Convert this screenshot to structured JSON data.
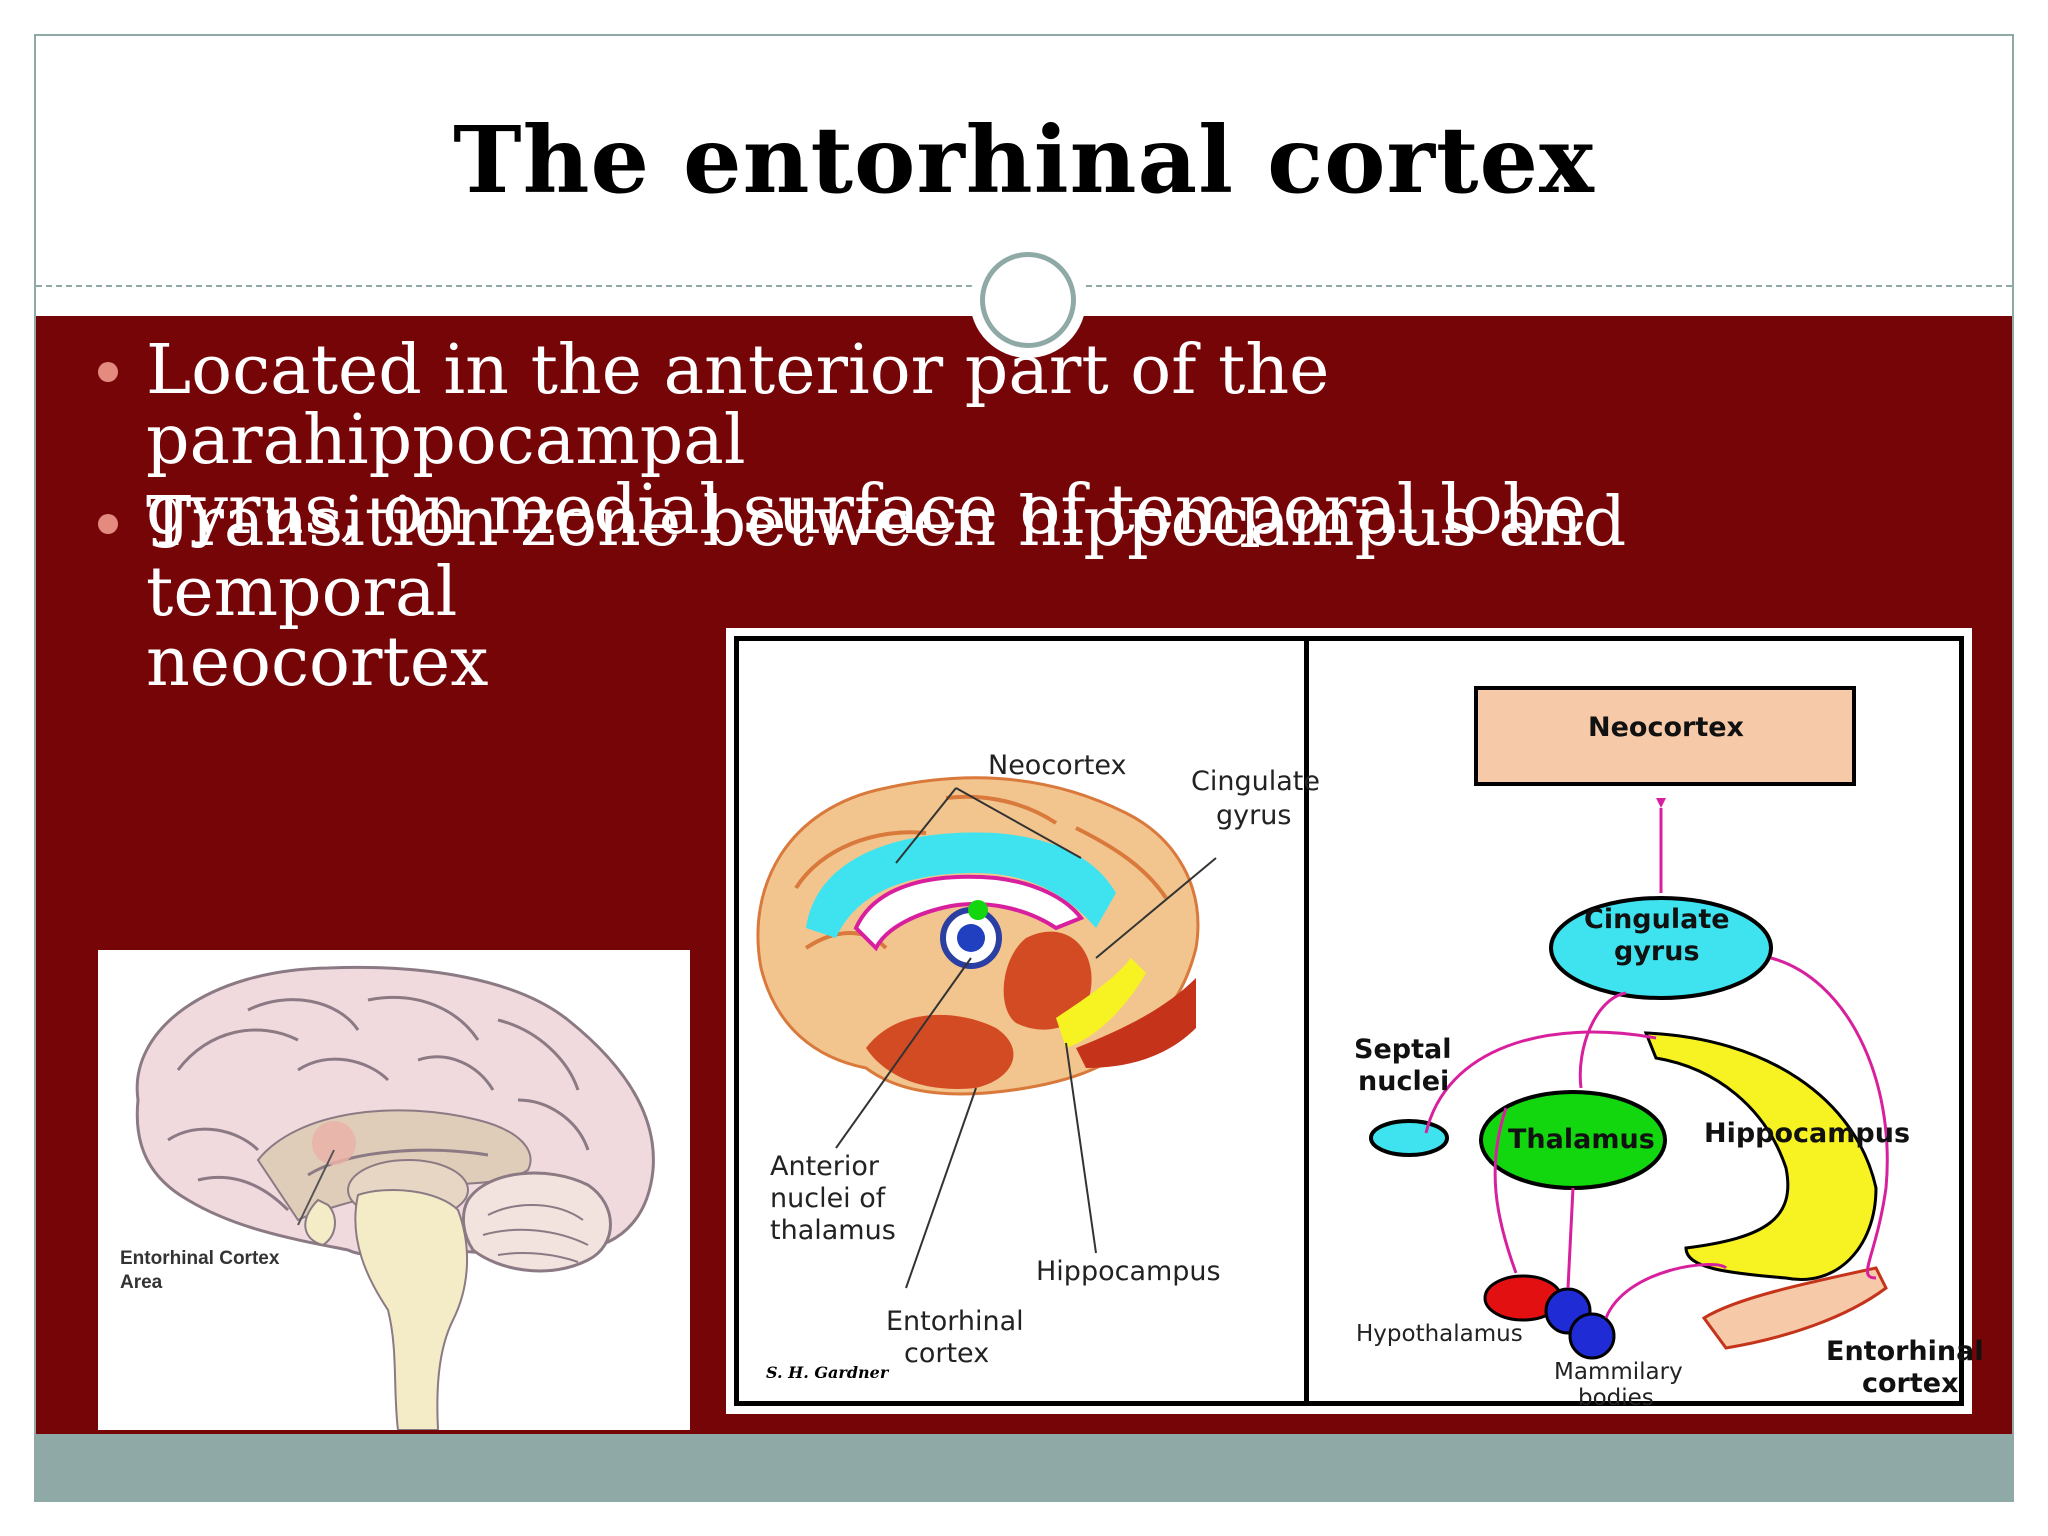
{
  "slide": {
    "title": "The entorhinal cortex",
    "bullets": [
      {
        "line1": "Located in the anterior part of the parahippocampal",
        "line2": "gyrus, on medial surface of temporal lobe"
      },
      {
        "line1": "Transition zone between hippocampus and temporal",
        "line2": "neocortex"
      }
    ]
  },
  "left_image": {
    "label_line1": "Entorhinal Cortex",
    "label_line2": "Area"
  },
  "diagram": {
    "left_panel": {
      "neocortex": "Neocortex",
      "cingulate_line1": "Cingulate",
      "cingulate_line2": "gyrus",
      "anterior_line1": "Anterior",
      "anterior_line2": "nuclei of",
      "anterior_line3": "thalamus",
      "hippocampus": "Hippocampus",
      "entorhinal_line1": "Entorhinal",
      "entorhinal_line2": "cortex",
      "signature": "S. H. Gardner"
    },
    "right_panel": {
      "neocortex": "Neocortex",
      "cingulate_line1": "Cingulate",
      "cingulate_line2": "gyrus",
      "septal_line1": "Septal",
      "septal_line2": "nuclei",
      "thalamus": "Thalamus",
      "hippocampus": "Hippocampus",
      "hypothalamus": "Hypothalamus",
      "mammilary_line1": "Mammilary",
      "mammilary_line2": "bodies",
      "entorhinal_line1": "Entorhinal",
      "entorhinal_line2": "cortex"
    }
  },
  "colors": {
    "content_bg": "#760508",
    "accent": "#8fa9a7",
    "bullet_dot": "#e28b7e",
    "cyan": "#3fe3ef",
    "yellow": "#f7f323",
    "green": "#12d60e",
    "magenta": "#d8209e"
  }
}
